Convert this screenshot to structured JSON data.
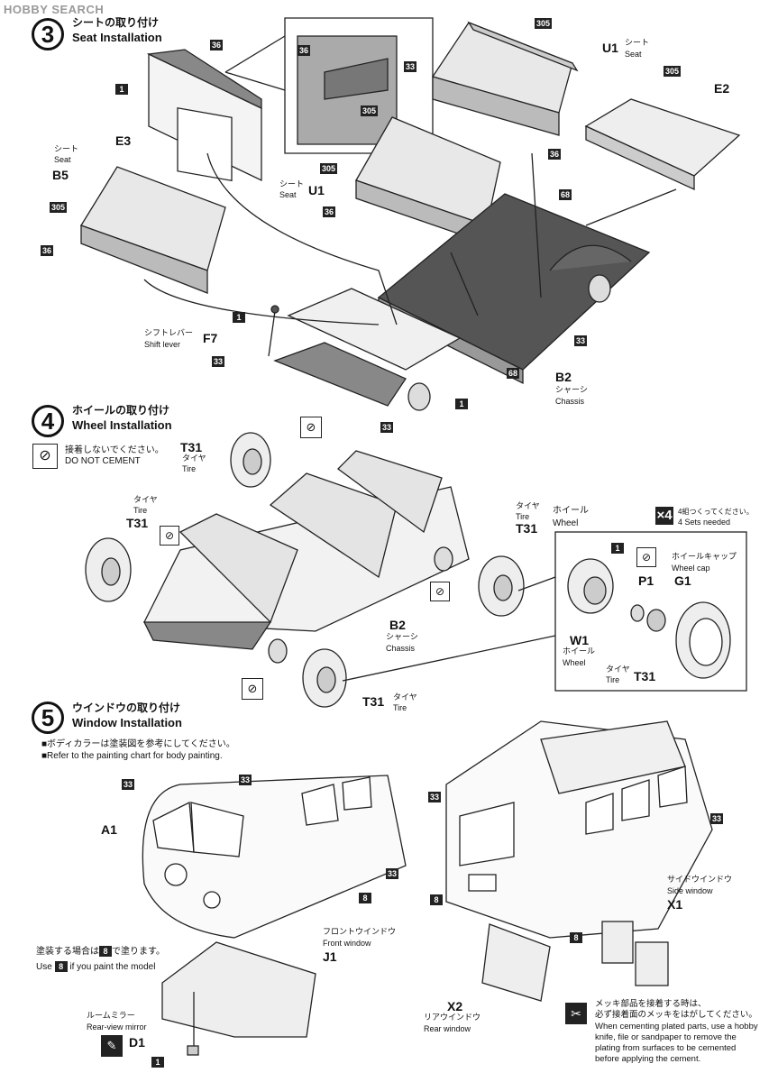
{
  "watermark": "HOBBY SEARCH",
  "step3": {
    "number": "3",
    "title_jp": "シートの取り付け",
    "title_en": "Seat Installation",
    "labels": {
      "e3": "E3",
      "e2": "E2",
      "b5": "B5",
      "u1_top": "U1",
      "u1_mid": "U1",
      "f7": "F7",
      "b2": "B2"
    },
    "seat_jp": "シート",
    "seat_en": "Seat",
    "shift_jp": "シフトレバー",
    "shift_en": "Shift lever",
    "chassis_jp": "シャーシ",
    "chassis_en": "Chassis",
    "codes": {
      "c36a": "36",
      "c36b": "36",
      "c33a": "33",
      "c305a": "305",
      "c1a": "1",
      "c305b": "305",
      "c305c": "305",
      "c36c": "36",
      "c305d": "305",
      "c68a": "68",
      "c305e": "305",
      "c36d": "36",
      "c36e": "36",
      "c1b": "1",
      "c33b": "33",
      "c33c": "33",
      "c68b": "68",
      "c1c": "1",
      "c33d": "33"
    }
  },
  "step4": {
    "number": "4",
    "title_jp": "ホイールの取り付け",
    "title_en": "Wheel Installation",
    "no_cement_jp": "接着しないでください。",
    "no_cement_en": "DO NOT CEMENT",
    "tire_jp": "タイヤ",
    "tire_en": "Tire",
    "wheel_jp": "ホイール",
    "wheel_en": "Wheel",
    "wheelcap_jp": "ホイールキャップ",
    "wheelcap_en": "Wheel cap",
    "chassis_jp": "シャーシ",
    "chassis_en": "Chassis",
    "x4": "×4",
    "sets_jp": "4組つくってください。",
    "sets_en": "4 Sets needed",
    "labels": {
      "t31a": "T31",
      "t31b": "T31",
      "t31c": "T31",
      "t31d": "T31",
      "t31e": "T31",
      "b2": "B2",
      "w1": "W1",
      "p1": "P1",
      "g1": "G1"
    },
    "codes": {
      "c1": "1"
    }
  },
  "step5": {
    "number": "5",
    "title_jp": "ウインドウの取り付け",
    "title_en": "Window Installation",
    "note1_jp": "■ボディカラーは塗装図を参考にしてください。",
    "note1_en": "■Refer to the painting chart for body painting.",
    "paint_jp_pre": "塗装する場合は",
    "paint_jp_post": "で塗ります。",
    "paint_en_pre": "Use",
    "paint_en_post": "if you paint the model",
    "front_jp": "フロントウインドウ",
    "front_en": "Front window",
    "mirror_jp": "ルームミラー",
    "mirror_en": "Rear-view mirror",
    "rear_jp": "リアウインドウ",
    "rear_en": "Rear window",
    "side_jp": "サイドウインドウ",
    "side_en": "Side window",
    "plated_jp1": "メッキ部品を接着する時は、",
    "plated_jp2": "必ず接着面のメッキをはがしてください。",
    "plated_en": "When cementing plated parts, use a hobby knife, file or sandpaper to remove the plating from surfaces to be cemented before applying the cement.",
    "labels": {
      "a1": "A1",
      "j1": "J1",
      "d1": "D1",
      "x2": "X2",
      "x1": "X1"
    },
    "codes": {
      "c33a": "33",
      "c33b": "33",
      "c33c": "33",
      "c8a": "8",
      "c8b": "8",
      "c1": "1",
      "c33d": "33",
      "c33e": "33",
      "c8c": "8",
      "c8d": "8"
    }
  }
}
